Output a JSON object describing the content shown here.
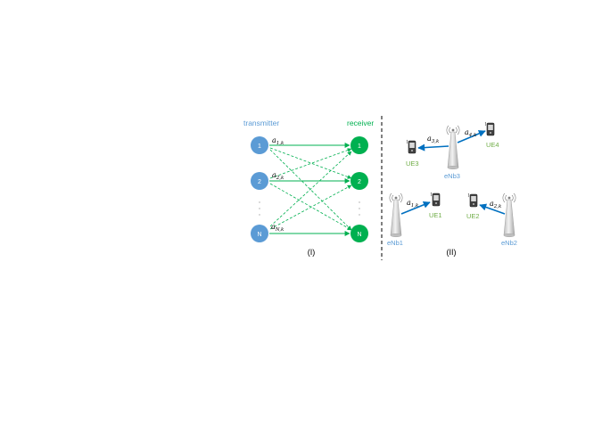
{
  "part1": {
    "transmitter_label": "transmitter",
    "receiver_label": "receiver",
    "tx_nodes": [
      "1",
      "2",
      "N"
    ],
    "rx_nodes": [
      "1",
      "2",
      "N"
    ],
    "coefficients": [
      {
        "base": "a",
        "sub": "1,k"
      },
      {
        "base": "a",
        "sub": "2,k"
      },
      {
        "base": "a",
        "sub": "N,k"
      }
    ],
    "label": "(I)"
  },
  "part2": {
    "ue_labels": {
      "ue1": "UE1",
      "ue2": "UE2",
      "ue3": "UE3",
      "ue4": "UE4"
    },
    "enb_labels": {
      "enb1": "eNb1",
      "enb2": "eNb2",
      "enb3": "eNb3"
    },
    "coefficients": {
      "a1": {
        "base": "a",
        "sub": "1,k"
      },
      "a2": {
        "base": "a",
        "sub": "2,k"
      },
      "a3": {
        "base": "a",
        "sub": "3,k"
      },
      "a4": {
        "base": "a",
        "sub": "4,k"
      }
    },
    "label": "(II)"
  },
  "colors": {
    "tx_node": "#5b9bd5",
    "rx_node": "#00b050",
    "direct_link": "#00b050",
    "interference_link": "#00b050",
    "cell_link": "#0070c0",
    "divider": "#000000"
  },
  "icons": {
    "tower": "base-station-icon",
    "phone": "mobile-phone-icon"
  }
}
